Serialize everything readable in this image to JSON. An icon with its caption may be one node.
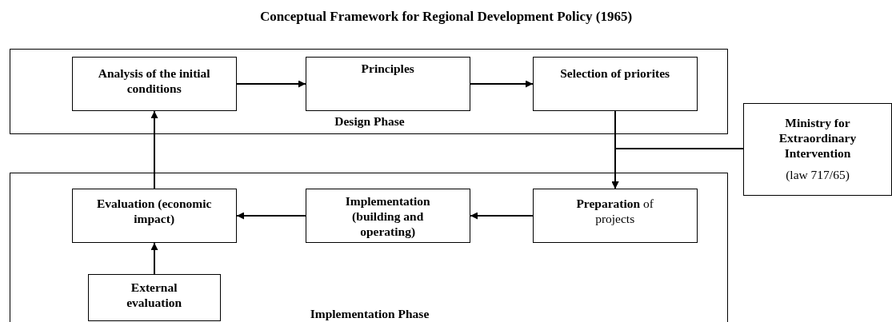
{
  "diagram": {
    "title": "Conceptual Framework for Regional Development Policy (1965)",
    "nodes": [
      {
        "text": [
          "Design Phase"
        ]
      },
      {
        "text": [
          "Analysis of the initial conditions"
        ],
        "in": 0
      },
      {
        "text": [
          "Principles"
        ],
        "in": 0
      },
      {
        "text": [
          "Selection of priorites"
        ],
        "in": 0
      },
      {
        "text": [
          "Ministry for Extraordinary Intervention",
          "(law 717/65)"
        ]
      },
      {
        "text": [
          "Implementation Phase"
        ]
      },
      {
        "text": [
          "Evaluation (economic impact)"
        ],
        "in": 5
      },
      {
        "text": [
          "Implementation (building and operating)"
        ],
        "in": 5
      },
      {
        "text": [
          "**Preparation** of projects"
        ],
        "in": 5
      },
      {
        "text": [
          "External evaluation"
        ],
        "in": 5
      }
    ],
    "edges": [
      {
        "from": 1,
        "to": 2,
        "arrow": "to"
      },
      {
        "from": 2,
        "to": 3,
        "arrow": "to"
      },
      {
        "from": 3,
        "to": 8,
        "arrow": "to"
      },
      {
        "from": 4,
        "to": 8,
        "arrow": "to"
      },
      {
        "from": 8,
        "to": 7,
        "arrow": "to"
      },
      {
        "from": 7,
        "to": 6,
        "arrow": "to"
      },
      {
        "from": 6,
        "to": 1,
        "arrow": "to"
      },
      {
        "from": 9,
        "to": 6,
        "arrow": "to"
      }
    ]
  }
}
